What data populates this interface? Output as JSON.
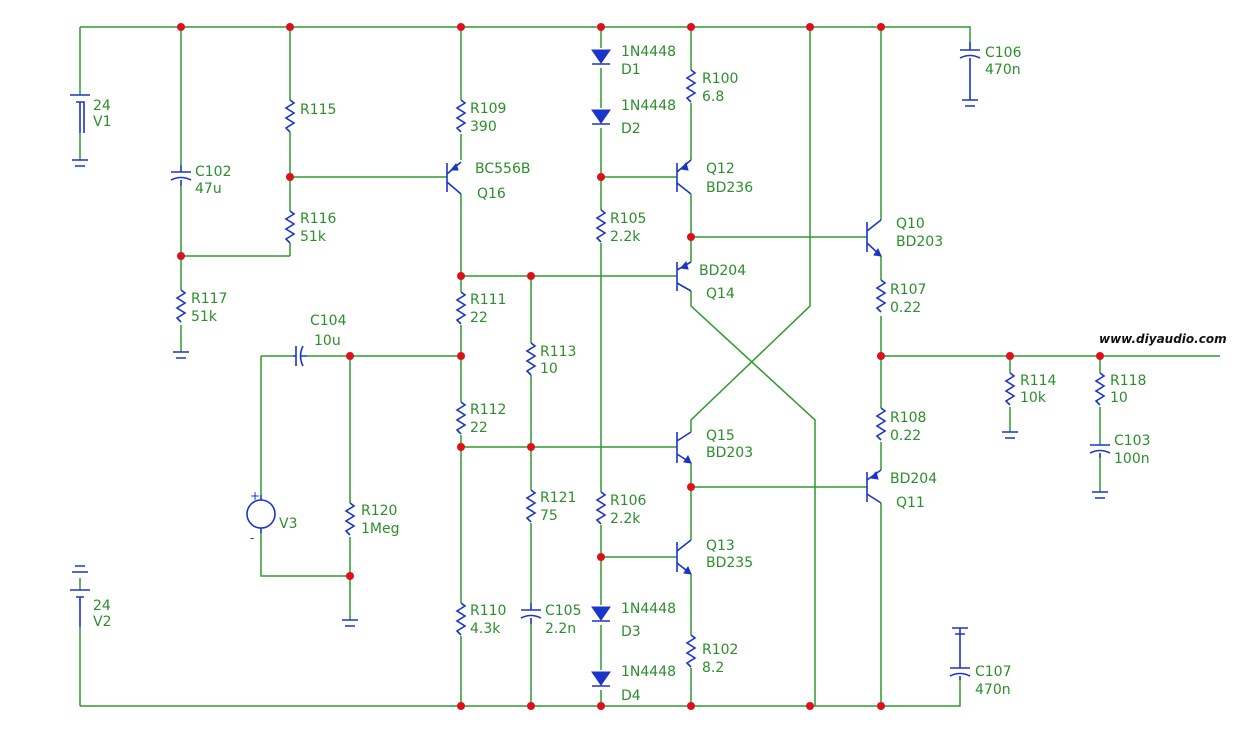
{
  "watermark": "www.diyaudio.com",
  "components": {
    "V1": {
      "name": "V1",
      "value": "24"
    },
    "V2": {
      "name": "V2",
      "value": "24"
    },
    "V3": {
      "name": "V3"
    },
    "R100": {
      "name": "R100",
      "value": "6.8"
    },
    "R102": {
      "name": "R102",
      "value": "8.2"
    },
    "R105": {
      "name": "R105",
      "value": "2.2k"
    },
    "R106": {
      "name": "R106",
      "value": "2.2k"
    },
    "R107": {
      "name": "R107",
      "value": "0.22"
    },
    "R108": {
      "name": "R108",
      "value": "0.22"
    },
    "R109": {
      "name": "R109",
      "value": "390"
    },
    "R110": {
      "name": "R110",
      "value": "4.3k"
    },
    "R111": {
      "name": "R111",
      "value": "22"
    },
    "R112": {
      "name": "R112",
      "value": "22"
    },
    "R113": {
      "name": "R113",
      "value": "10"
    },
    "R114": {
      "name": "R114",
      "value": "10k"
    },
    "R115": {
      "name": "R115"
    },
    "R116": {
      "name": "R116",
      "value": "51k"
    },
    "R117": {
      "name": "R117",
      "value": "51k"
    },
    "R118": {
      "name": "R118",
      "value": "10"
    },
    "R120": {
      "name": "R120",
      "value": "1Meg"
    },
    "R121": {
      "name": "R121",
      "value": "75"
    },
    "C102": {
      "name": "C102",
      "value": "47u"
    },
    "C103": {
      "name": "C103",
      "value": "100n"
    },
    "C104": {
      "name": "C104",
      "value": "10u"
    },
    "C105": {
      "name": "C105",
      "value": "2.2n"
    },
    "C106": {
      "name": "C106",
      "value": "470n"
    },
    "C107": {
      "name": "C107",
      "value": "470n"
    },
    "D1": {
      "name": "D1",
      "value": "1N4448"
    },
    "D2": {
      "name": "D2",
      "value": "1N4448"
    },
    "D3": {
      "name": "D3",
      "value": "1N4448"
    },
    "D4": {
      "name": "D4",
      "value": "1N4448"
    },
    "Q10": {
      "name": "Q10",
      "value": "BD203"
    },
    "Q11": {
      "name": "Q11",
      "value": "BD204"
    },
    "Q12": {
      "name": "Q12",
      "value": "BD236"
    },
    "Q13": {
      "name": "Q13",
      "value": "BD235"
    },
    "Q14": {
      "name": "Q14",
      "value": "BD204"
    },
    "Q15": {
      "name": "Q15",
      "value": "BD203"
    },
    "Q16": {
      "name": "Q16",
      "value": "BC556B"
    }
  }
}
